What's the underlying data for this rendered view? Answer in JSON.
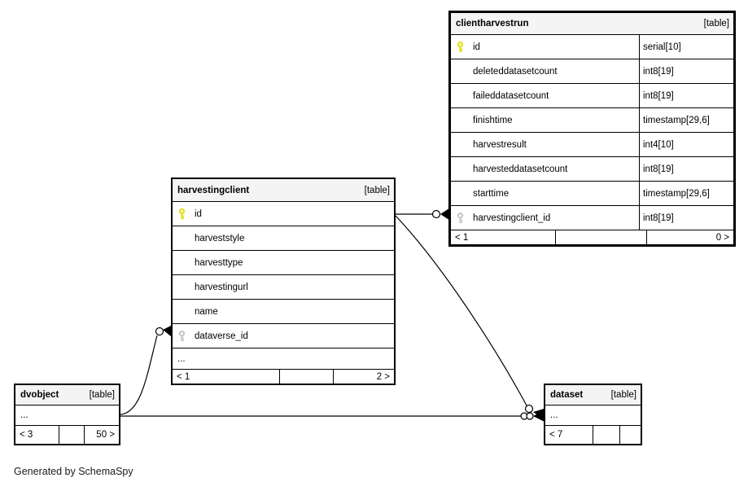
{
  "diagram": {
    "generator_note": "Generated by SchemaSpy"
  },
  "colors": {
    "primary_key_icon": "#dde000",
    "foreign_key_icon": "#c4c4c4",
    "header_bg": "#f4f4f4",
    "border": "#000000"
  },
  "tables": {
    "clientharvestrun": {
      "title": "clientharvestrun",
      "tag": "[table]",
      "columns": [
        {
          "name": "id",
          "type": "serial[10]",
          "key": "primary"
        },
        {
          "name": "deleteddatasetcount",
          "type": "int8[19]",
          "key": ""
        },
        {
          "name": "faileddatasetcount",
          "type": "int8[19]",
          "key": ""
        },
        {
          "name": "finishtime",
          "type": "timestamp[29,6]",
          "key": ""
        },
        {
          "name": "harvestresult",
          "type": "int4[10]",
          "key": ""
        },
        {
          "name": "harvesteddatasetcount",
          "type": "int8[19]",
          "key": ""
        },
        {
          "name": "starttime",
          "type": "timestamp[29,6]",
          "key": ""
        },
        {
          "name": "harvestingclient_id",
          "type": "int8[19]",
          "key": "foreign"
        }
      ],
      "footer": {
        "left": "< 1",
        "middle": "",
        "right": "0 >"
      }
    },
    "harvestingclient": {
      "title": "harvestingclient",
      "tag": "[table]",
      "columns": [
        {
          "name": "id",
          "key": "primary"
        },
        {
          "name": "harveststyle",
          "key": ""
        },
        {
          "name": "harvesttype",
          "key": ""
        },
        {
          "name": "harvestingurl",
          "key": ""
        },
        {
          "name": "name",
          "key": ""
        },
        {
          "name": "dataverse_id",
          "key": "foreign"
        }
      ],
      "ellipsis": "...",
      "footer": {
        "left": "< 1",
        "middle": "",
        "right": "2 >"
      }
    },
    "dvobject": {
      "title": "dvobject",
      "tag": "[table]",
      "ellipsis": "...",
      "footer": {
        "left": "< 3",
        "middle": "",
        "right": "50 >"
      }
    },
    "dataset": {
      "title": "dataset",
      "tag": "[table]",
      "ellipsis": "...",
      "footer": {
        "left": "< 7",
        "middle": "",
        "right": ""
      }
    }
  }
}
